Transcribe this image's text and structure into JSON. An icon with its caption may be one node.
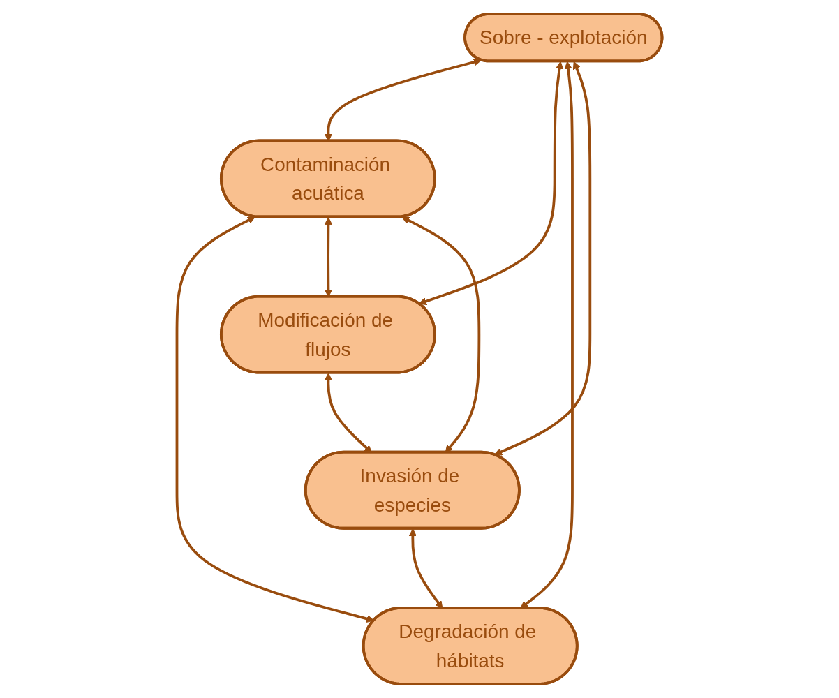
{
  "diagram": {
    "nodes": [
      {
        "text": [
          "Sobre - explotación"
        ]
      },
      {
        "text": [
          "Contaminación acuática"
        ]
      },
      {
        "text": [
          "Modificación de flujos"
        ]
      },
      {
        "text": [
          "Degradación de hábitats"
        ]
      },
      {
        "text": [
          "Invasión de especies"
        ]
      }
    ],
    "edges": [
      {
        "from": 0,
        "to": 1,
        "arrow": "both"
      },
      {
        "from": 0,
        "to": 2,
        "arrow": "both"
      },
      {
        "from": 1,
        "to": 3,
        "arrow": "both"
      },
      {
        "from": 0,
        "to": 3,
        "arrow": "both"
      },
      {
        "from": 1,
        "to": 2,
        "arrow": "both"
      },
      {
        "from": 0,
        "to": 4,
        "arrow": "both"
      },
      {
        "from": 1,
        "to": 4,
        "arrow": "both"
      },
      {
        "from": 2,
        "to": 4,
        "arrow": "both"
      },
      {
        "from": 4,
        "to": 3,
        "arrow": "both"
      }
    ]
  }
}
